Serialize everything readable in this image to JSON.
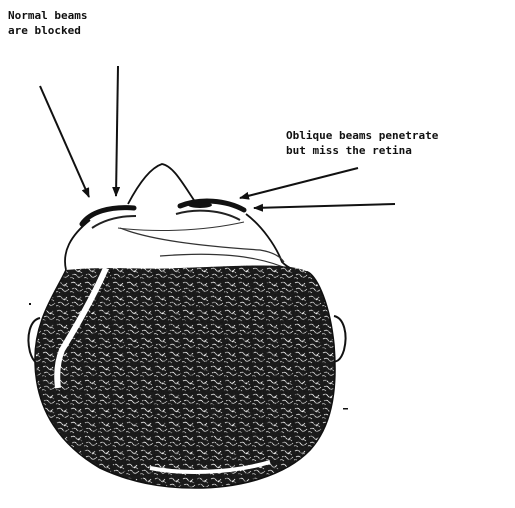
{
  "labels": {
    "normal_line1": "Normal beams",
    "normal_line2": "are blocked",
    "oblique_line1": "Oblique beams penetrate",
    "oblique_line2": "but miss the retina"
  },
  "colors": {
    "ink": "#111111",
    "texture_dark": "#1a1a1a",
    "texture_light": "#e8e8e8",
    "background": "#ffffff"
  }
}
